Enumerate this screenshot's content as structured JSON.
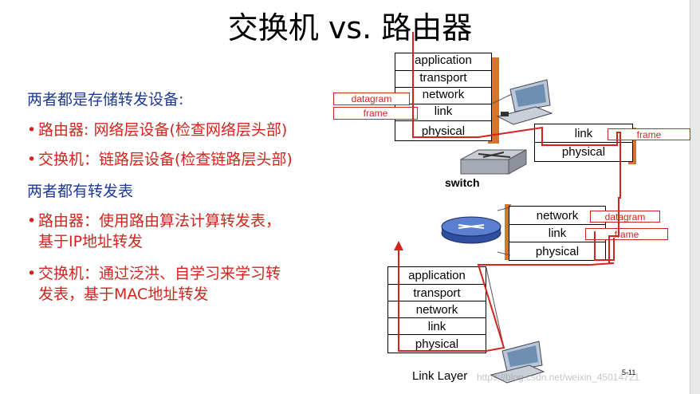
{
  "title": "交换机 vs. 路由器",
  "left": {
    "item1": "两者都是存储转发设备:",
    "item2": "路由器: 网络层设备(检查网络层头部)",
    "item3": "交换机：链路层设备(检查链路层头部)",
    "item4": "两者都有转发表",
    "item5a": "路由器：使用路由算法计算转发表，",
    "item5b": "基于IP地址转发",
    "item6a": "交换机：通过泛洪、自学习来学习转",
    "item6b": "发表，基于MAC地址转发",
    "bullet": "•"
  },
  "top_stack": [
    "application",
    "transport",
    "network",
    "link",
    "physical"
  ],
  "switch_stack": [
    "link",
    "physical"
  ],
  "router_stack": [
    "network",
    "link",
    "physical"
  ],
  "bottom_stack": [
    "application",
    "transport",
    "network",
    "link",
    "physical"
  ],
  "tags": {
    "datagram": "datagram",
    "frame": "frame"
  },
  "labels": {
    "switch": "switch",
    "footer": "Link Layer",
    "page": "5-11",
    "watermark": "https://blog.csdn.net/weixin_45014721"
  },
  "colors": {
    "accent": "#d2241c",
    "blue": "#1f3a93",
    "shadow": "#d7742e"
  }
}
